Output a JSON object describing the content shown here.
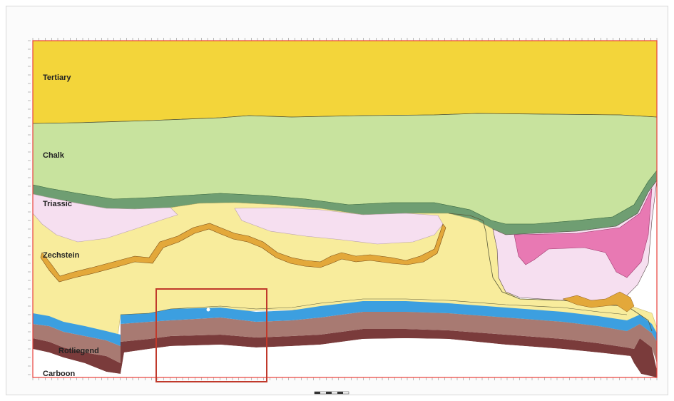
{
  "section": {
    "units": [
      {
        "id": "tertiary",
        "label": "Tertiary",
        "color": "#f3d53a"
      },
      {
        "id": "chalk",
        "label": "Chalk",
        "color": "#c8e39e"
      },
      {
        "id": "triassic",
        "label": "Triassic",
        "color": "#f6dff0"
      },
      {
        "id": "zechstein",
        "label": "Zechstein",
        "color": "#f8ec9c"
      },
      {
        "id": "rotliegend",
        "label": "Rotliegend",
        "color": "#a87a72"
      },
      {
        "id": "carboon",
        "label": "Carboon",
        "color": "#ffffff"
      }
    ],
    "accent_colors": {
      "chalk_base": "#6f9e72",
      "reservoir_blue": "#3c9fe0",
      "rotliegend_dark": "#7a3b3b",
      "anhydrite": "#e3a83a",
      "salt_pink": "#e879b3",
      "highlight_box": "#c0392b",
      "frame": "#e8403a"
    }
  }
}
